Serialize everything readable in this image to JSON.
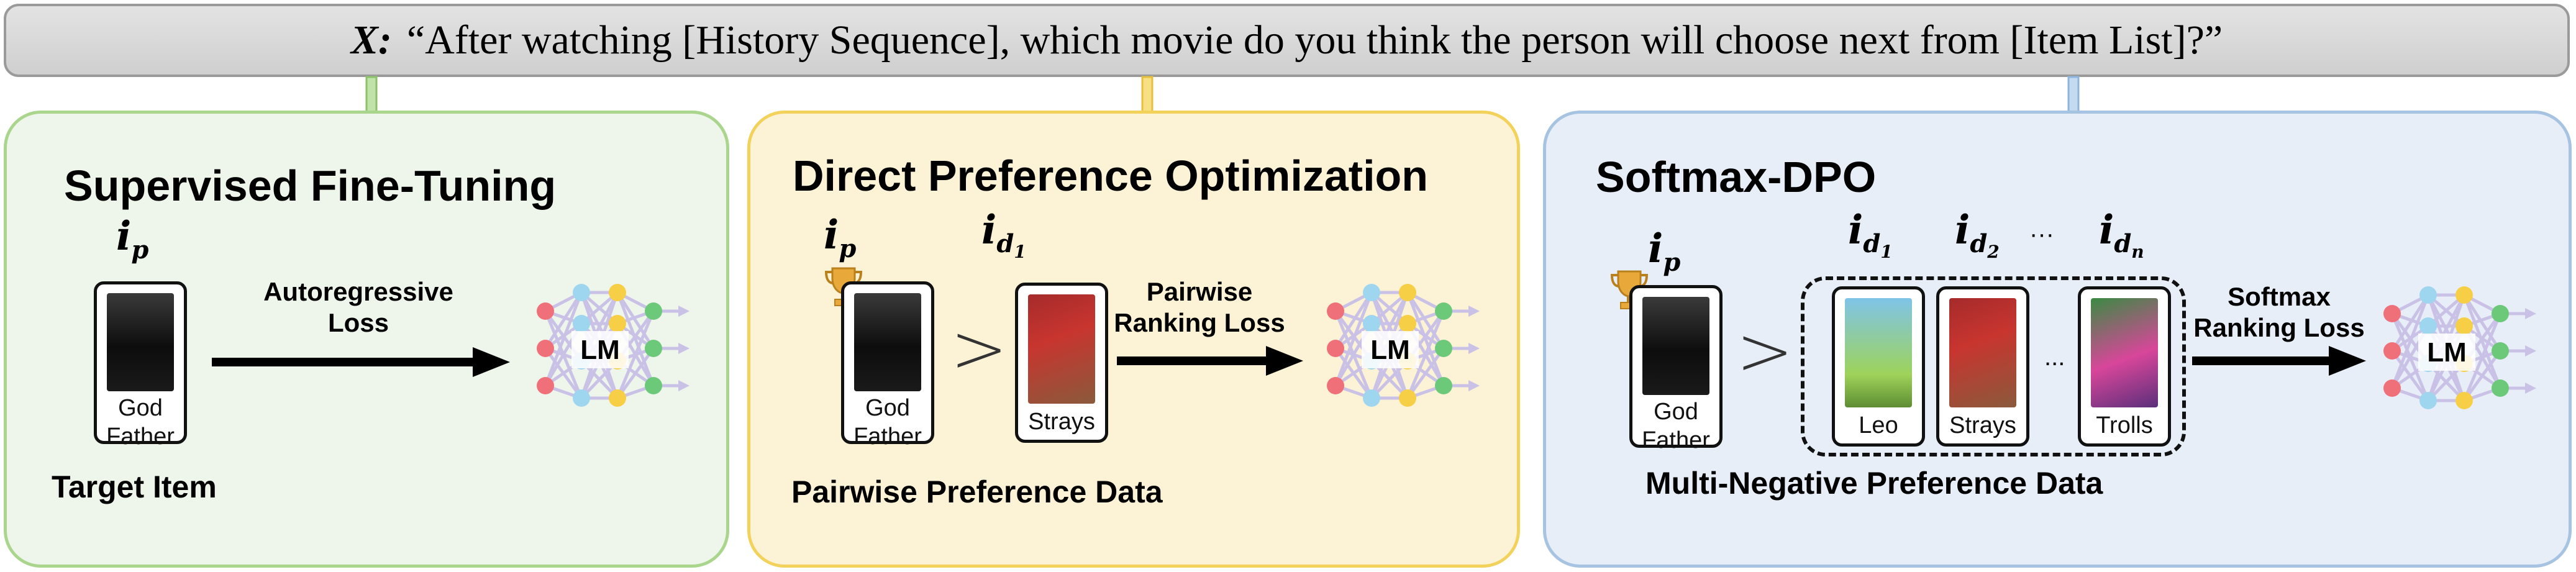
{
  "prompt": {
    "label": "X:",
    "text": "“After watching [History Sequence], which movie do you think the person will choose next from  [Item List]?”"
  },
  "colors": {
    "sft_accent": "#a9d58c",
    "dpo_accent": "#f3d25c",
    "sdpo_accent": "#a7c3e2",
    "node_red": "#f0707a",
    "node_blue": "#9fd6ef",
    "node_yellow": "#f7cf47",
    "node_green": "#6cc979"
  },
  "panels": {
    "sft": {
      "title": "Supervised Fine-Tuning",
      "symbol": {
        "base": "i",
        "sub": "p"
      },
      "item_label": [
        "God",
        "Father"
      ],
      "loss": [
        "Autoregressive",
        "Loss"
      ],
      "model": "LM",
      "caption": "Target Item"
    },
    "dpo": {
      "title": "Direct Preference Optimization",
      "symbol_pos": {
        "base": "i",
        "sub": "p"
      },
      "symbol_neg": {
        "base": "i",
        "sub": "d",
        "subsub": "1"
      },
      "pos_label": [
        "God",
        "Father"
      ],
      "neg_label": "Strays",
      "loss": [
        "Pairwise",
        "Ranking Loss"
      ],
      "model": "LM",
      "caption": "Pairwise Preference Data"
    },
    "sdpo": {
      "title": "Softmax-DPO",
      "symbol_pos": {
        "base": "i",
        "sub": "p"
      },
      "symbol_neg1": {
        "base": "i",
        "sub": "d",
        "subsub": "1"
      },
      "symbol_neg2": {
        "base": "i",
        "sub": "d",
        "subsub": "2"
      },
      "symbol_negn": {
        "base": "i",
        "sub": "d",
        "subsub": "n"
      },
      "dots": "···",
      "card_dots": "...",
      "pos_label": [
        "God",
        "Father"
      ],
      "neg_labels": [
        "Leo",
        "Strays",
        "Trolls"
      ],
      "loss": [
        "Softmax",
        "Ranking Loss"
      ],
      "model": "LM",
      "caption": "Multi-Negative Preference Data"
    }
  }
}
